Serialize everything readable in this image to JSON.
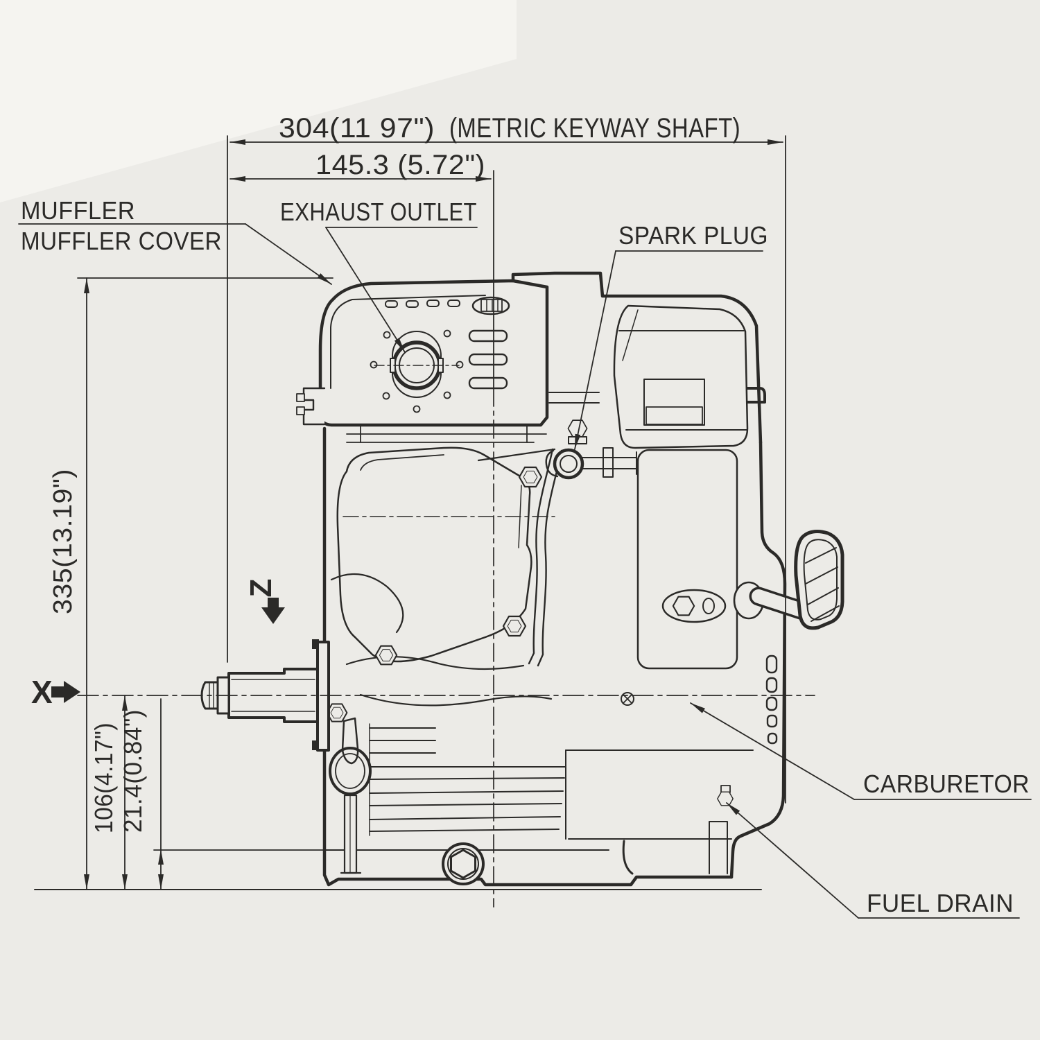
{
  "drawing": {
    "dimensions": {
      "overall_length": "304(11 97\")",
      "overall_length_note": "(METRIC KEYWAY SHAFT)",
      "exhaust_offset": "145.3 (5.72\")",
      "overall_height": "335(13.19\")",
      "crank_center_height": "106(4.17\")",
      "mount_offset": "21.4(0.84\")"
    },
    "part_labels": {
      "muffler": "MUFFLER",
      "muffler_cover": "MUFFLER COVER",
      "exhaust_outlet": "EXHAUST OUTLET",
      "spark_plug": "SPARK PLUG",
      "carburetor": "CARBURETOR",
      "fuel_drain": "FUEL DRAIN"
    },
    "axes": {
      "x": "X",
      "z": "Z"
    },
    "colors": {
      "paper": "#ecebe7",
      "paper_light": "#f5f4f0",
      "line": "#2b2a28"
    }
  }
}
